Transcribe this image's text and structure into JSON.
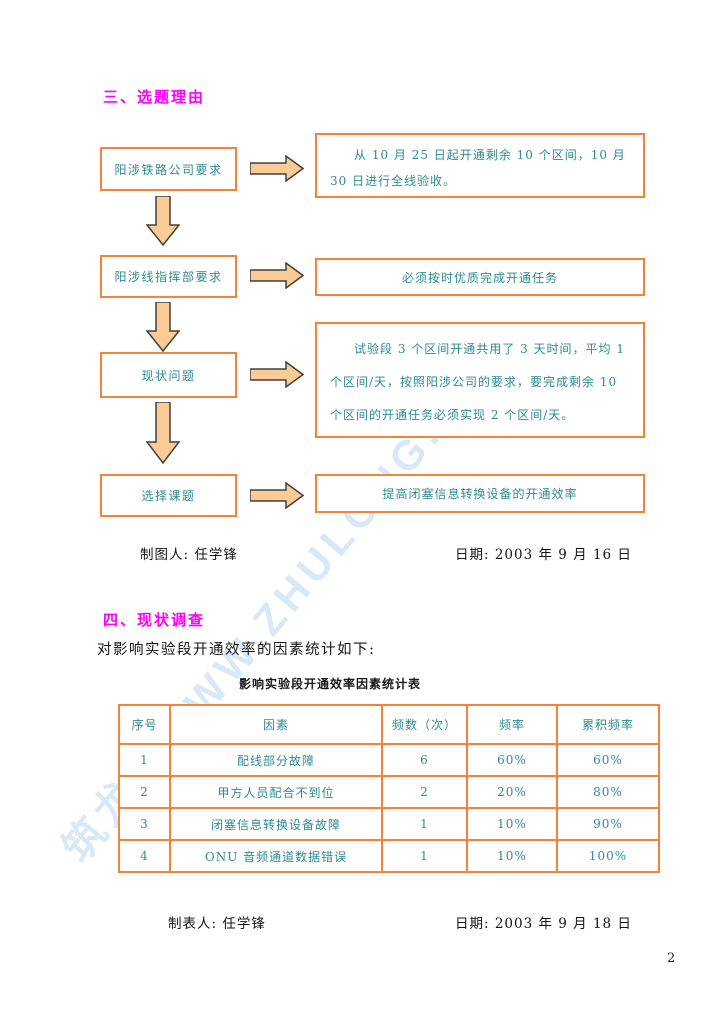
{
  "page": {
    "number": "2"
  },
  "watermark": {
    "text": "筑龙网WWW.ZHULONG.COM"
  },
  "colors": {
    "heading_magenta": "#FF00FF",
    "border_orange": "#F5823A",
    "text_teal": "#2E8B8F",
    "arrow_fill": "#FBCB96",
    "arrow_outline": "#404040",
    "watermark_blue": "#ABCBEE"
  },
  "section3": {
    "heading": "三、选题理由",
    "flow": [
      {
        "left": "阳涉铁路公司要求",
        "right": "从 10 月 25 日起开通剩余 10 个区间，10 月 30 日进行全线验收。"
      },
      {
        "left": "阳涉线指挥部要求",
        "right": "必须按时优质完成开通任务"
      },
      {
        "left": "现状问题",
        "right": "试验段 3 个区间开通共用了 3 天时间，平均 1 个区间/天，按照阳涉公司的要求，要完成剩余 10 个区间的开通任务必须实现 2 个区间/天。"
      },
      {
        "left": "选择课题",
        "right": "提高闭塞信息转换设备的开通效率"
      }
    ],
    "footer": {
      "maker": "制图人: 任学锋",
      "date": "日期: 2003 年 9 月 16 日"
    }
  },
  "section4": {
    "heading": "四、现状调查",
    "intro": "对影响实验段开通效率的因素统计如下:",
    "table": {
      "title": "影响实验段开通效率因素统计表",
      "headers": [
        "序号",
        "因素",
        "频数（次）",
        "频率",
        "累积频率"
      ],
      "rows": [
        [
          "1",
          "配线部分故障",
          "6",
          "60%",
          "60%"
        ],
        [
          "2",
          "甲方人员配合不到位",
          "2",
          "20%",
          "80%"
        ],
        [
          "3",
          "闭塞信息转换设备故障",
          "1",
          "10%",
          "90%"
        ],
        [
          "4",
          "ONU 音频通道数据错误",
          "1",
          "10%",
          "100%"
        ]
      ]
    },
    "footer": {
      "maker": "制表人: 任学锋",
      "date": "日期: 2003 年 9 月 18 日"
    }
  }
}
